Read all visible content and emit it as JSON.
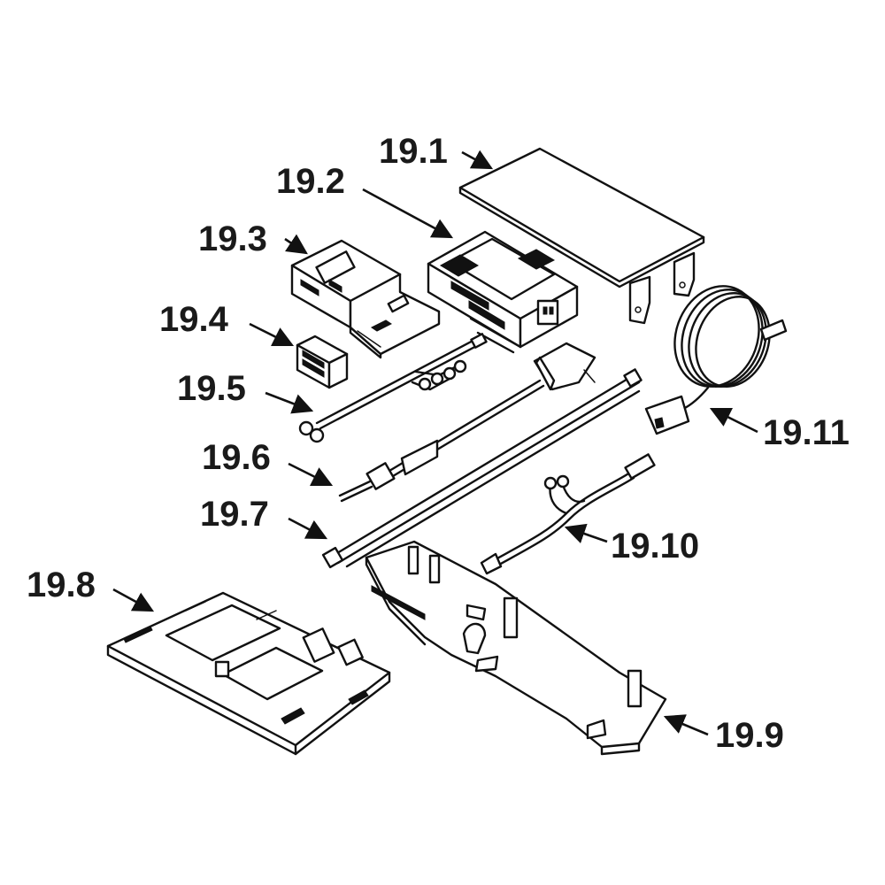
{
  "colors": {
    "ink": "#111111",
    "background": "#ffffff"
  },
  "callouts": [
    {
      "id": "19.1",
      "label": "19.1"
    },
    {
      "id": "19.2",
      "label": "19.2"
    },
    {
      "id": "19.3",
      "label": "19.3"
    },
    {
      "id": "19.4",
      "label": "19.4"
    },
    {
      "id": "19.5",
      "label": "19.5"
    },
    {
      "id": "19.6",
      "label": "19.6"
    },
    {
      "id": "19.7",
      "label": "19.7"
    },
    {
      "id": "19.8",
      "label": "19.8"
    },
    {
      "id": "19.9",
      "label": "19.9"
    },
    {
      "id": "19.10",
      "label": "19.10"
    },
    {
      "id": "19.11",
      "label": "19.11"
    }
  ]
}
